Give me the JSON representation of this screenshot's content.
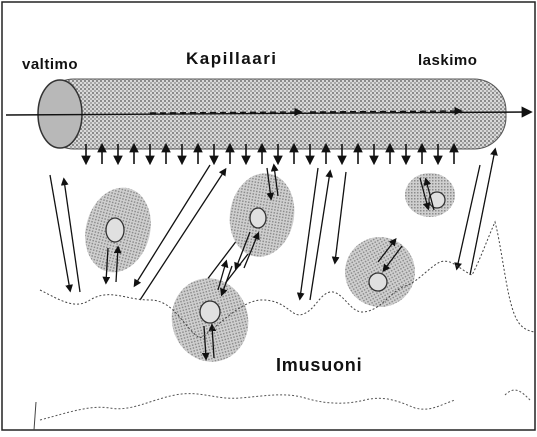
{
  "labels": {
    "artery": "valtimo",
    "capillary": "Kapillaari",
    "vein": "laskimo",
    "lymph_vessel": "Imusuoni"
  }
}
